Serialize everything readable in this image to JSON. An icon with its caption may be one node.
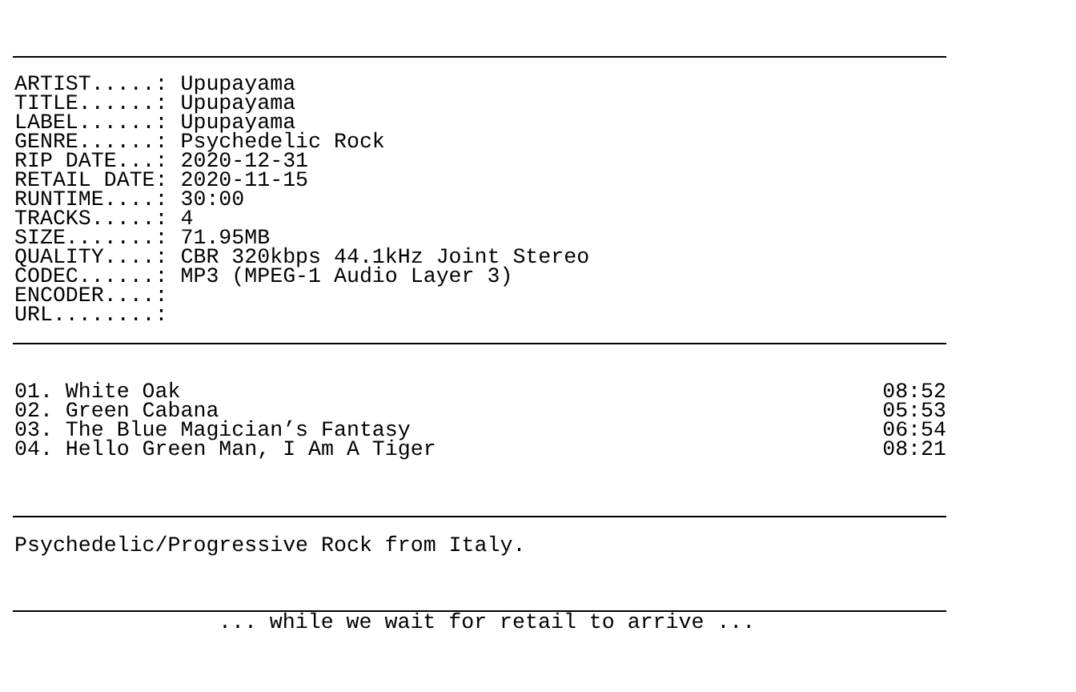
{
  "diagram": {
    "labels": [
      "ARTIST.....: Upupayama",
      "TITLE......: Upupayama",
      "LABEL......: Upupayama",
      "GENRE......: Psychedelic Rock",
      "RIP DATE...: 2020-12-31",
      "RETAIL DATE: 2020-11-15",
      "RUNTIME....: 30:00",
      "TRACKS.....: 4",
      "SIZE.......: 71.95MB",
      "QUALITY....: CBR 320kbps 44.1kHz Joint Stereo",
      "CODEC......: MP3 (MPEG-1 Audio Layer 3)",
      "ENCODER....:",
      "URL........:",
      "01. White Oak",
      "08:52",
      "02. Green Cabana",
      "05:53",
      "03. The Blue Magician’s Fantasy",
      "06:54",
      "04. Hello Green Man, I Am A Tiger",
      "08:21",
      "Psychedelic/Progressive Rock from Italy.",
      "... while we wait for retail to arrive ..."
    ]
  }
}
